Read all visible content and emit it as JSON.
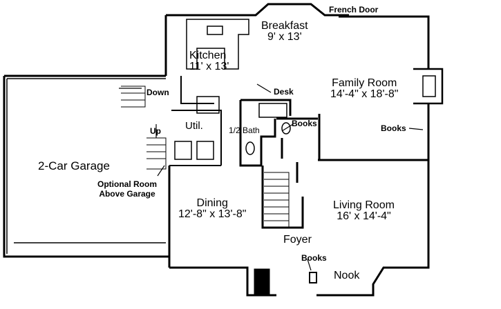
{
  "rooms": {
    "breakfast": {
      "name": "Breakfast",
      "dims": "9' x 13'"
    },
    "kitchen": {
      "name": "Kitchen",
      "dims": "11' x 13'"
    },
    "family_room": {
      "name": "Family Room",
      "dims": "14'-4\" x 18'-8\""
    },
    "garage": {
      "name": "2-Car Garage"
    },
    "dining": {
      "name": "Dining",
      "dims": "12'-8\" x 13'-8\""
    },
    "living_room": {
      "name": "Living Room",
      "dims": "16' x 14'-4\""
    },
    "foyer": {
      "name": "Foyer"
    },
    "nook": {
      "name": "Nook"
    },
    "util": {
      "name": "Util."
    },
    "half_bath": {
      "name": "1/2 Bath"
    }
  },
  "annotations": {
    "french_door": "French Door",
    "desk": "Desk",
    "books_bath": "Books",
    "books_family": "Books",
    "books_nook": "Books",
    "down": "Down",
    "up": "Up",
    "optional_room_line1": "Optional Room",
    "optional_room_line2": "Above Garage"
  },
  "colors": {
    "walls": "#000000",
    "background": "#ffffff"
  }
}
